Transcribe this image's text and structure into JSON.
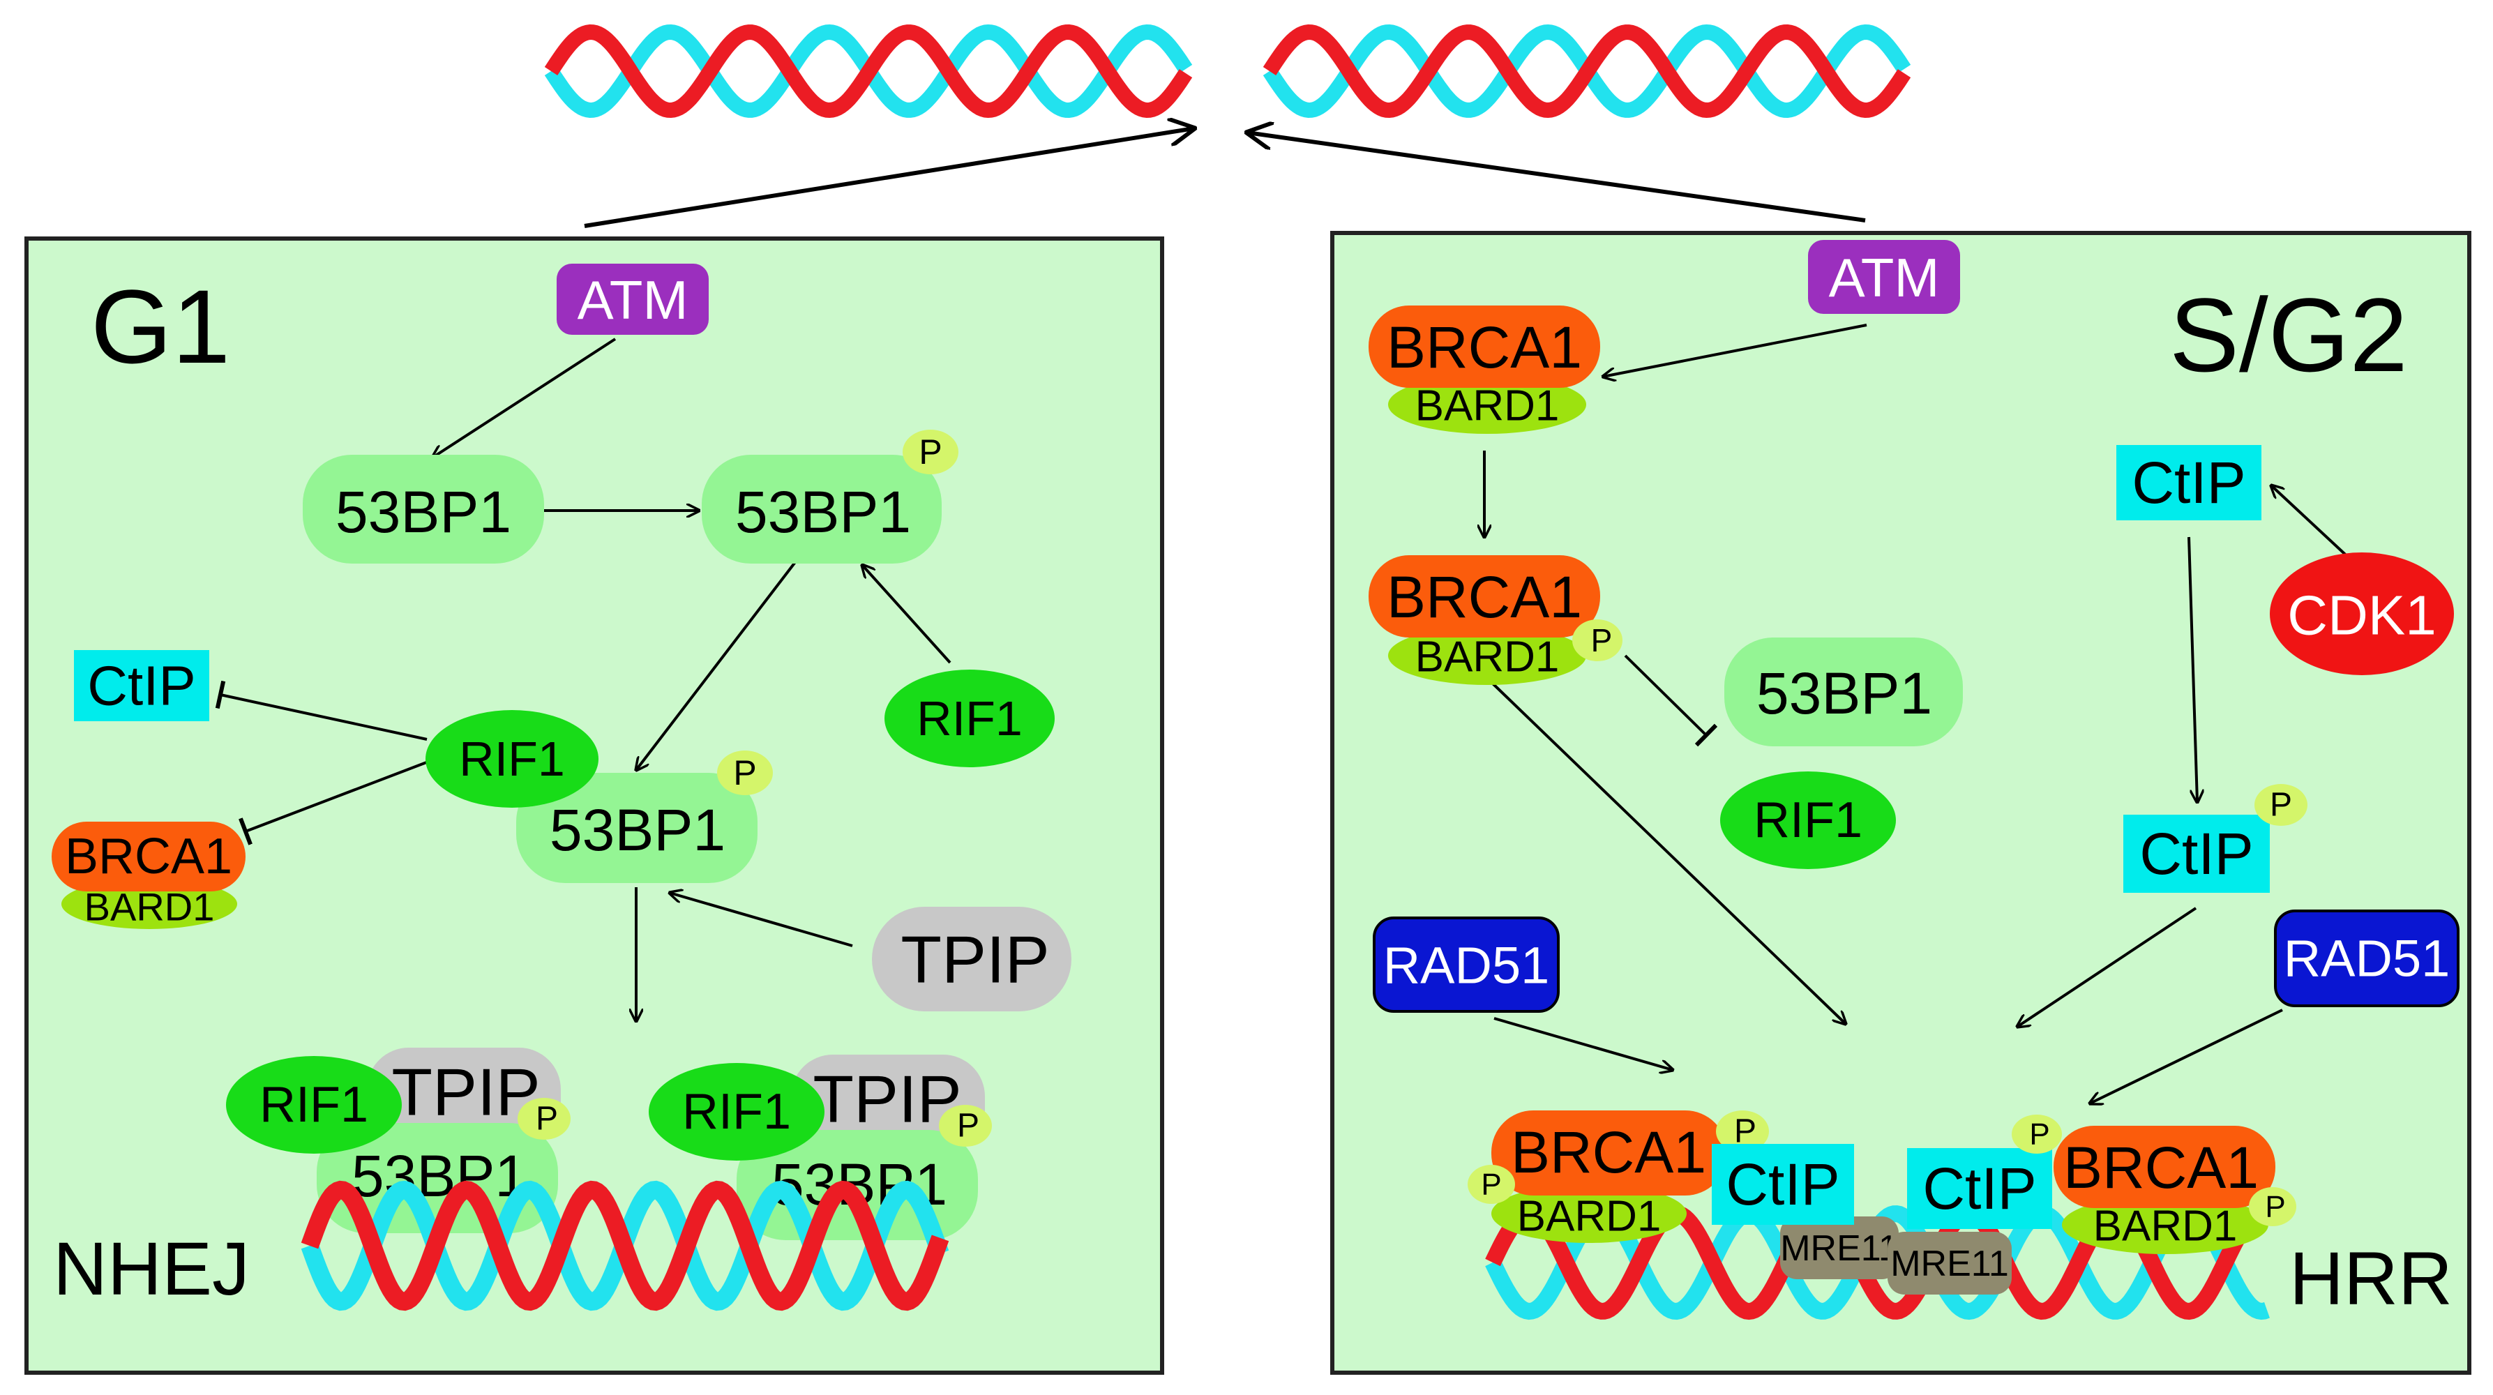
{
  "panels": {
    "g1": {
      "title": "G1",
      "footer": "NHEJ",
      "labels": {
        "atm": "ATM",
        "bp53_a": "53BP1",
        "bp53_b": "53BP1",
        "bp53_c": "53BP1",
        "p_b": "P",
        "p_c": "P",
        "rif1_right": "RIF1",
        "rif1_center": "RIF1",
        "ctip": "CtIP",
        "brca1": "BRCA1",
        "bard1": "BARD1",
        "tpip_right": "TPIP",
        "complex1_rif1": "RIF1",
        "complex1_tpip": "TPIP",
        "complex1_53bp1": "53BP1",
        "complex1_p": "P",
        "complex2_rif1": "RIF1",
        "complex2_tpip": "TPIP",
        "complex2_53bp1": "53BP1",
        "complex2_p": "P"
      }
    },
    "sg2": {
      "title": "S/G2",
      "footer": "HRR",
      "labels": {
        "atm": "ATM",
        "brca1_top": "BRCA1",
        "bard1_top": "BARD1",
        "brca1_mid": "BRCA1",
        "bard1_mid": "BARD1",
        "p_mid": "P",
        "bp53": "53BP1",
        "rif1": "RIF1",
        "ctip_top": "CtIP",
        "cdk1": "CDK1",
        "ctip_mid": "CtIP",
        "p_ctip_mid": "P",
        "rad51_left": "RAD51",
        "rad51_right": "RAD51",
        "left_brca1": "BRCA1",
        "left_bard1": "BARD1",
        "left_p_top": "P",
        "left_p_side": "P",
        "left_ctip": "CtIP",
        "left_mre11": "MRE11",
        "right_ctip": "CtIP",
        "right_mre11": "MRE11",
        "right_brca1": "BRCA1",
        "right_bard1": "BARD1",
        "right_p_top": "P",
        "right_p_side": "P"
      }
    }
  },
  "colors": {
    "panel_bg": "#ccf9cc",
    "panel_border": "#222222",
    "atm": "#9b2fbe",
    "bp53": "#94f594",
    "rif1": "#18dc18",
    "ctip": "#00ecec",
    "brca1": "#fb5c0c",
    "bard1": "#9de20f",
    "phospho": "#d4f56a",
    "tpip": "#c8c8c8",
    "rad51": "#0a16d2",
    "cdk1": "#f01414",
    "mre11": "#8f8a6e",
    "dna_red": "#ec1c24",
    "dna_cyan": "#22e2ee"
  }
}
